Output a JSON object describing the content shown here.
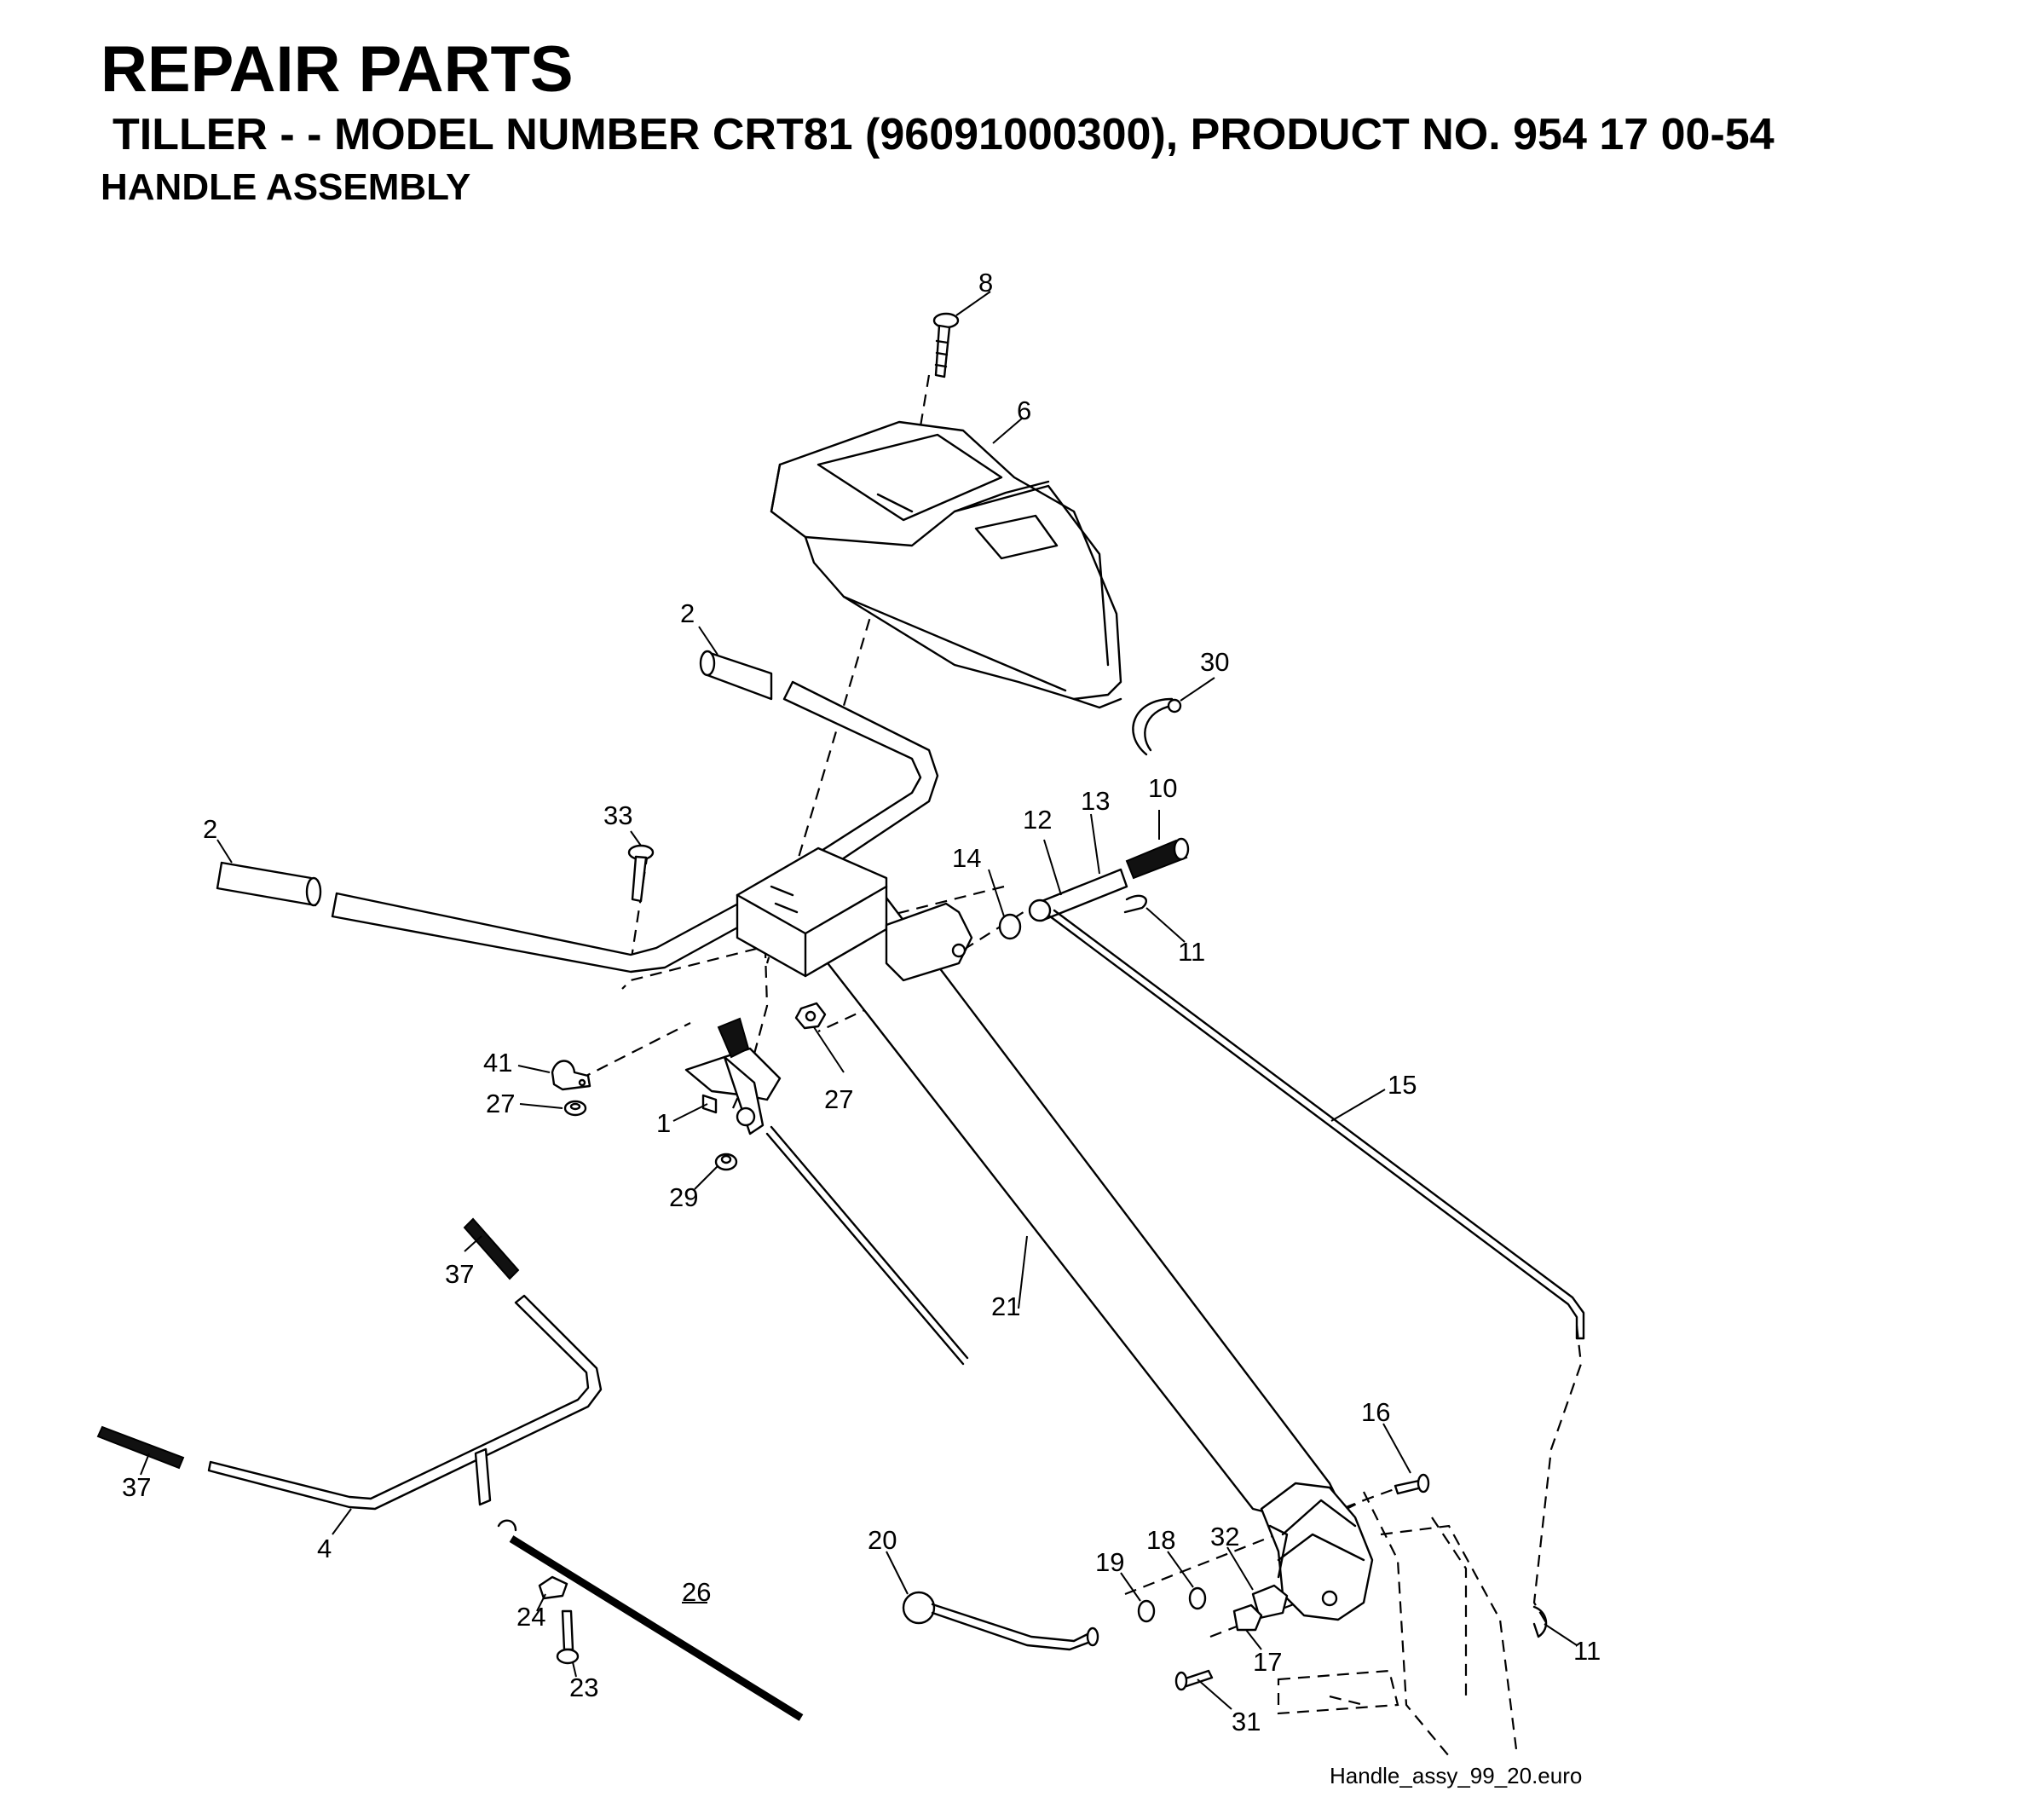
{
  "header": {
    "title": "REPAIR PARTS",
    "subtitle": "TILLER - - MODEL NUMBER CRT81 (96091000300), PRODUCT NO. 954 17 00-54",
    "section": "HANDLE ASSEMBLY"
  },
  "diagram": {
    "callouts": [
      "8",
      "6",
      "2",
      "30",
      "2",
      "33",
      "12",
      "13",
      "10",
      "14",
      "11",
      "41",
      "27",
      "27",
      "1",
      "29",
      "15",
      "37",
      "21",
      "37",
      "4",
      "16",
      "20",
      "19",
      "18",
      "32",
      "17",
      "11",
      "26",
      "24",
      "23",
      "31"
    ],
    "filename": "Handle_assy_99_20.euro"
  }
}
